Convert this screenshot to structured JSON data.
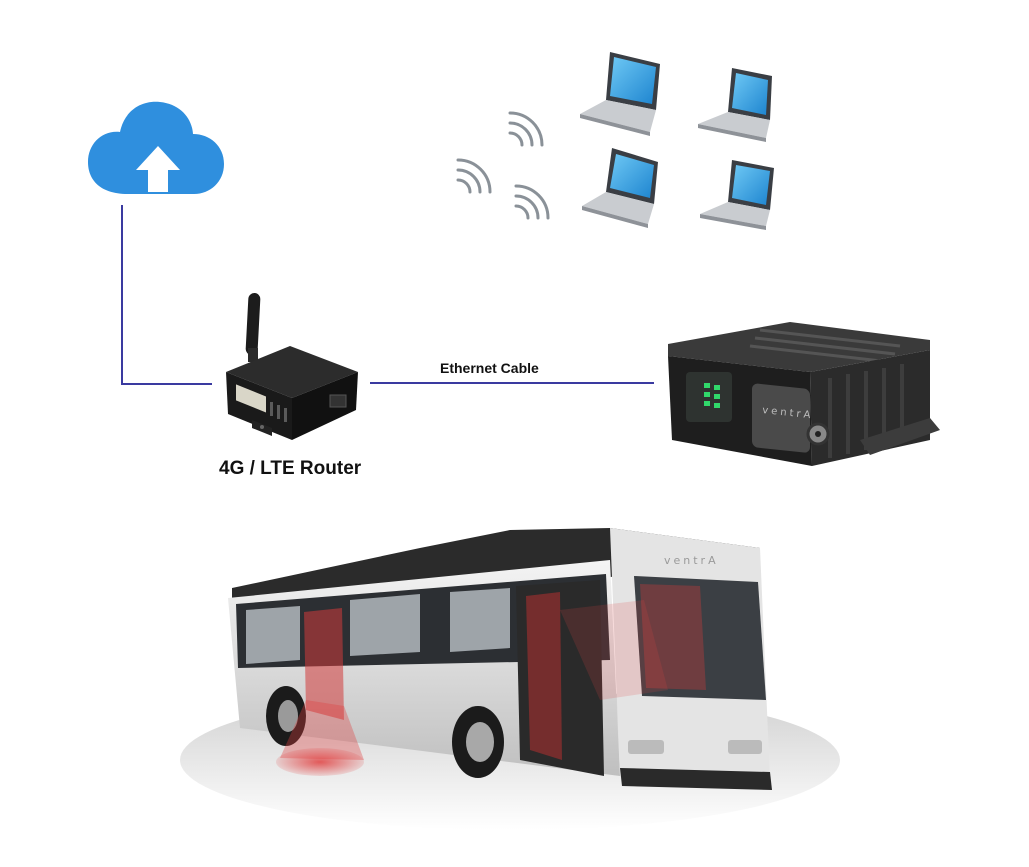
{
  "labels": {
    "ethernet_cable": "Ethernet Cable",
    "router": "4G / LTE Router"
  },
  "branding": {
    "dvr_brand": "ventrA",
    "bus_brand": "ventrA"
  },
  "icons": {
    "cloud": "cloud-upload-icon",
    "wifi": "wifi-signal-icon",
    "laptop": "laptop-icon",
    "router": "lte-router-icon",
    "dvr": "mobile-dvr-icon",
    "bus": "bus-icon"
  },
  "colors": {
    "cloud_blue": "#2f8fde",
    "line_blue": "#3a3aa0",
    "laptop_screen": "#2f9fe0",
    "dvr_led": "#31d96b",
    "sensor_red": "#d23a3a"
  }
}
